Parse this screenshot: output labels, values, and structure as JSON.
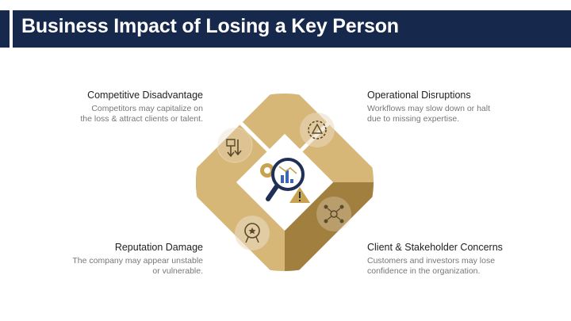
{
  "title": "Business Impact of Losing a Key Person",
  "colors": {
    "header_bg": "#17284d",
    "gold_dark": "#a07f3f",
    "gold_light": "#d7b778",
    "icon_circle": "#e9dbc0"
  },
  "quadrants": [
    {
      "heading": "Competitive Disadvantage",
      "line1": "Competitors may capitalize on",
      "line2": "the loss & attract clients or talent.",
      "icon": "thumbs-down-chart-icon"
    },
    {
      "heading": "Operational Disruptions",
      "line1": "Workflows may slow down or halt",
      "line2": "due to missing expertise.",
      "icon": "gear-warning-icon"
    },
    {
      "heading": "Reputation Damage",
      "line1": "The company may appear unstable",
      "line2": "or vulnerable.",
      "icon": "broken-award-icon"
    },
    {
      "heading": "Client & Stakeholder Concerns",
      "line1": "Customers and investors may lose",
      "line2": "confidence in the organization.",
      "icon": "network-people-icon"
    }
  ],
  "center_icon": "magnifier-analytics-warning-icon"
}
